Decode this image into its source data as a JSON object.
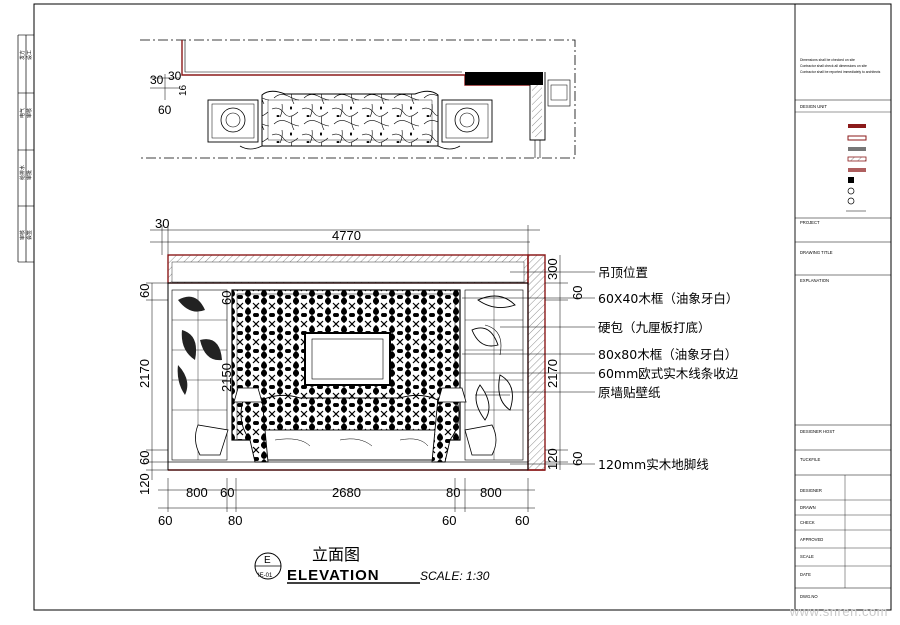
{
  "drawing": {
    "title_cn": "立面图",
    "title_en": "ELEVATION",
    "scale": "SCALE: 1:30",
    "bubble_top": "E",
    "bubble_bottom": "IE-01"
  },
  "plan_dims": {
    "d30a": "30",
    "d30b": "30",
    "d16": "16",
    "d60": "60"
  },
  "elev_dims": {
    "top_30": "30",
    "top_total": "4770",
    "right_300": "300",
    "right_60_top": "60",
    "right_2170": "2170",
    "right_120": "120",
    "right_60_bottom": "60",
    "left_60_top": "60",
    "left_2170": "2170",
    "left_60_bottom": "60",
    "left_120": "120",
    "inner_60": "60",
    "inner_2150": "2150",
    "row1": [
      "800",
      "60",
      "2680",
      "80",
      "800"
    ],
    "row2": [
      "60",
      "80",
      "60",
      "60"
    ]
  },
  "callouts": [
    "吊顶位置",
    "60X40木框（油象牙白）",
    "硬包（九厘板打底）",
    "80x80木框（油象牙白）",
    "60mm欧式实木线条收边",
    "原墙贴壁纸",
    "120mm实木地脚线"
  ],
  "left_strip": [
    "发方",
    "设工",
    "电气",
    "审核",
    "给排水",
    "审批",
    "审核",
    "会签"
  ],
  "title_block": {
    "notes": [
      "Dimensions shall be checked on site",
      "Contractor shall check all dimensions on site",
      "Contractor shall be reported immediately to architects"
    ],
    "design_unit": "DESIGN UNIT",
    "project": "PROJECT",
    "drawing_title": "DRAWING TITLE",
    "explanation": "EXPLANATION",
    "designer_host": "DESIGNER HOST",
    "tuckfile": "TUCKFILE",
    "designer": "DESIGNER",
    "drawn": "DRAWN",
    "check": "CHECK",
    "approved": "APPROVED",
    "scale": "SCALE",
    "date": "DATE",
    "dwg_no": "DWG.NO"
  },
  "watermark": "www.snren.com",
  "colors": {
    "line": "#000000",
    "accent_red": "#8b1a1a",
    "wall_hatch": "#444444"
  }
}
